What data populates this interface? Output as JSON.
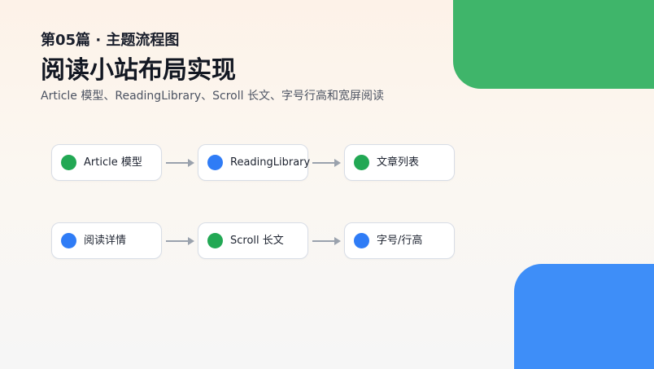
{
  "colors": {
    "green": "#22a854",
    "blue": "#2f7cf6",
    "corner_green": "#3fb56a",
    "corner_blue": "#3e8ef8",
    "arrow": "#9aa2ad"
  },
  "header": {
    "series": "第05篇 · 主题流程图",
    "title": "阅读小站布局实现",
    "description": "Article 模型、ReadingLibrary、Scroll 长文、字号行高和宽屏阅读"
  },
  "flow": {
    "row1": [
      {
        "label": "Article 模型",
        "dot": "green"
      },
      {
        "label": "ReadingLibrary",
        "dot": "blue"
      },
      {
        "label": "文章列表",
        "dot": "green"
      }
    ],
    "row2": [
      {
        "label": "阅读详情",
        "dot": "blue"
      },
      {
        "label": "Scroll 长文",
        "dot": "green"
      },
      {
        "label": "字号/行高",
        "dot": "blue"
      }
    ]
  }
}
